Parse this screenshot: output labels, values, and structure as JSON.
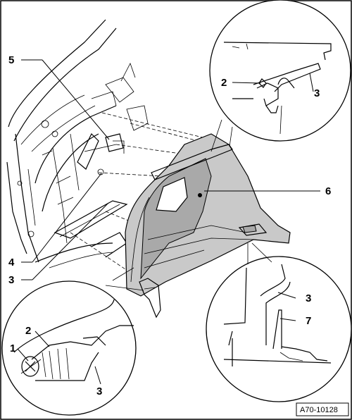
{
  "figure_id": "A70-10128",
  "callouts": {
    "c1": "1",
    "c2_upper": "2",
    "c2_lower": "2",
    "c3_upper": "3",
    "c3_left": "3",
    "c3_lower_left": "3",
    "c3_lower_right": "3",
    "c4": "4",
    "c5": "5",
    "c6": "6",
    "c7": "7"
  }
}
